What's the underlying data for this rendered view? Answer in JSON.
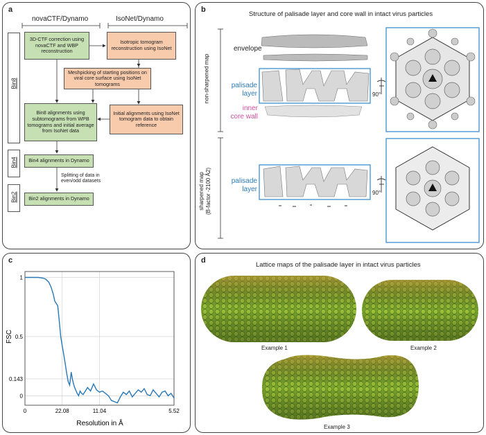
{
  "panel_a": {
    "label": "a",
    "col_left": "novaCTF/Dynamo",
    "col_right": "IsoNet/Dynamo",
    "bin8": "Bin8",
    "bin4": "Bin4",
    "bin2": "Bin2",
    "box_ctf": "3D-CTF correction using novaCTF and WBP reconstruction",
    "box_isotropic": "Isotropic tomogram reconstruction using IsoNet",
    "box_mesh": "Meshpicking of starting positions on viral core surface using IsoNet tomograms",
    "box_initial": "Initial alignments using IsoNet tomogram data to obtain reference",
    "box_bin8": "Bin8 alignments using subtomograms from WPB tomograms and initial average from IsoNet data",
    "box_bin4": "Bin4 alignments in Dynamo",
    "split_text": "Splitting of data in even/odd datasets",
    "box_bin2": "Bin2 alignments in Dynamo"
  },
  "panel_b": {
    "label": "b",
    "title": "Structure of palisade layer and core wall in intact virus particles",
    "side_top": "non-sharpened map",
    "side_bottom_1": "sharpened map",
    "side_bottom_2": "(B-factor -2100 Å2)",
    "envelope": "envelope",
    "palisade_1": "palisade",
    "layer_1": "layer",
    "inner": "inner",
    "core_wall": "core wall",
    "palisade_2": "palisade",
    "layer_2": "layer",
    "rot_top": "90°",
    "rot_bottom": "90°"
  },
  "panel_c": {
    "label": "c"
  },
  "panel_d": {
    "label": "d",
    "title": "Lattice maps of the palisade layer in intact virus particles",
    "ex1": "Example 1",
    "ex2": "Example 2",
    "ex3": "Example 3"
  },
  "chart_data": {
    "type": "line",
    "xlabel": "Resolution in Å",
    "ylabel": "FSC",
    "x_tick_labels": [
      "0",
      "22.08",
      "11.04",
      "5.52"
    ],
    "x_tick_positions": [
      0,
      0.25,
      0.5,
      1.0
    ],
    "y_tick_labels": [
      "1",
      "0.5",
      "0.143",
      "0"
    ],
    "y_ticks": [
      1,
      0.5,
      0.143,
      0
    ],
    "xlim": [
      0,
      1.0
    ],
    "ylim": [
      -0.08,
      1.05
    ],
    "grid": true,
    "color": "#2878b8",
    "series": [
      {
        "x": [
          0,
          0.03,
          0.06,
          0.09,
          0.12,
          0.14,
          0.16,
          0.175,
          0.19,
          0.2,
          0.21,
          0.22,
          0.23,
          0.24,
          0.25,
          0.26,
          0.27,
          0.28,
          0.29,
          0.3,
          0.31,
          0.32,
          0.33,
          0.34,
          0.35,
          0.36,
          0.37,
          0.38,
          0.39,
          0.4,
          0.42,
          0.44,
          0.46,
          0.48,
          0.5,
          0.52,
          0.54,
          0.56,
          0.58,
          0.6,
          0.62,
          0.64,
          0.66,
          0.68,
          0.7,
          0.72,
          0.74,
          0.76,
          0.78,
          0.8,
          0.82,
          0.84,
          0.86,
          0.88,
          0.9,
          0.92,
          0.94,
          0.96,
          0.98,
          1.0
        ],
        "y": [
          1,
          1,
          1,
          1,
          0.995,
          0.985,
          0.96,
          0.92,
          0.86,
          0.8,
          0.78,
          0.76,
          0.63,
          0.5,
          0.42,
          0.35,
          0.27,
          0.19,
          0.12,
          0.09,
          0.2,
          0.13,
          0.08,
          0.05,
          0.02,
          0.0,
          0.04,
          0.02,
          0.01,
          0.03,
          0.07,
          0.04,
          0.1,
          0.05,
          0.03,
          0.04,
          0.02,
          0.0,
          -0.04,
          -0.05,
          -0.06,
          -0.01,
          0.03,
          0.01,
          0.04,
          -0.01,
          0.02,
          0.05,
          0.03,
          0.06,
          0.01,
          0.0,
          0.05,
          0.02,
          -0.01,
          0.03,
          0.04,
          0.0,
          0.02,
          -0.02
        ]
      }
    ]
  }
}
